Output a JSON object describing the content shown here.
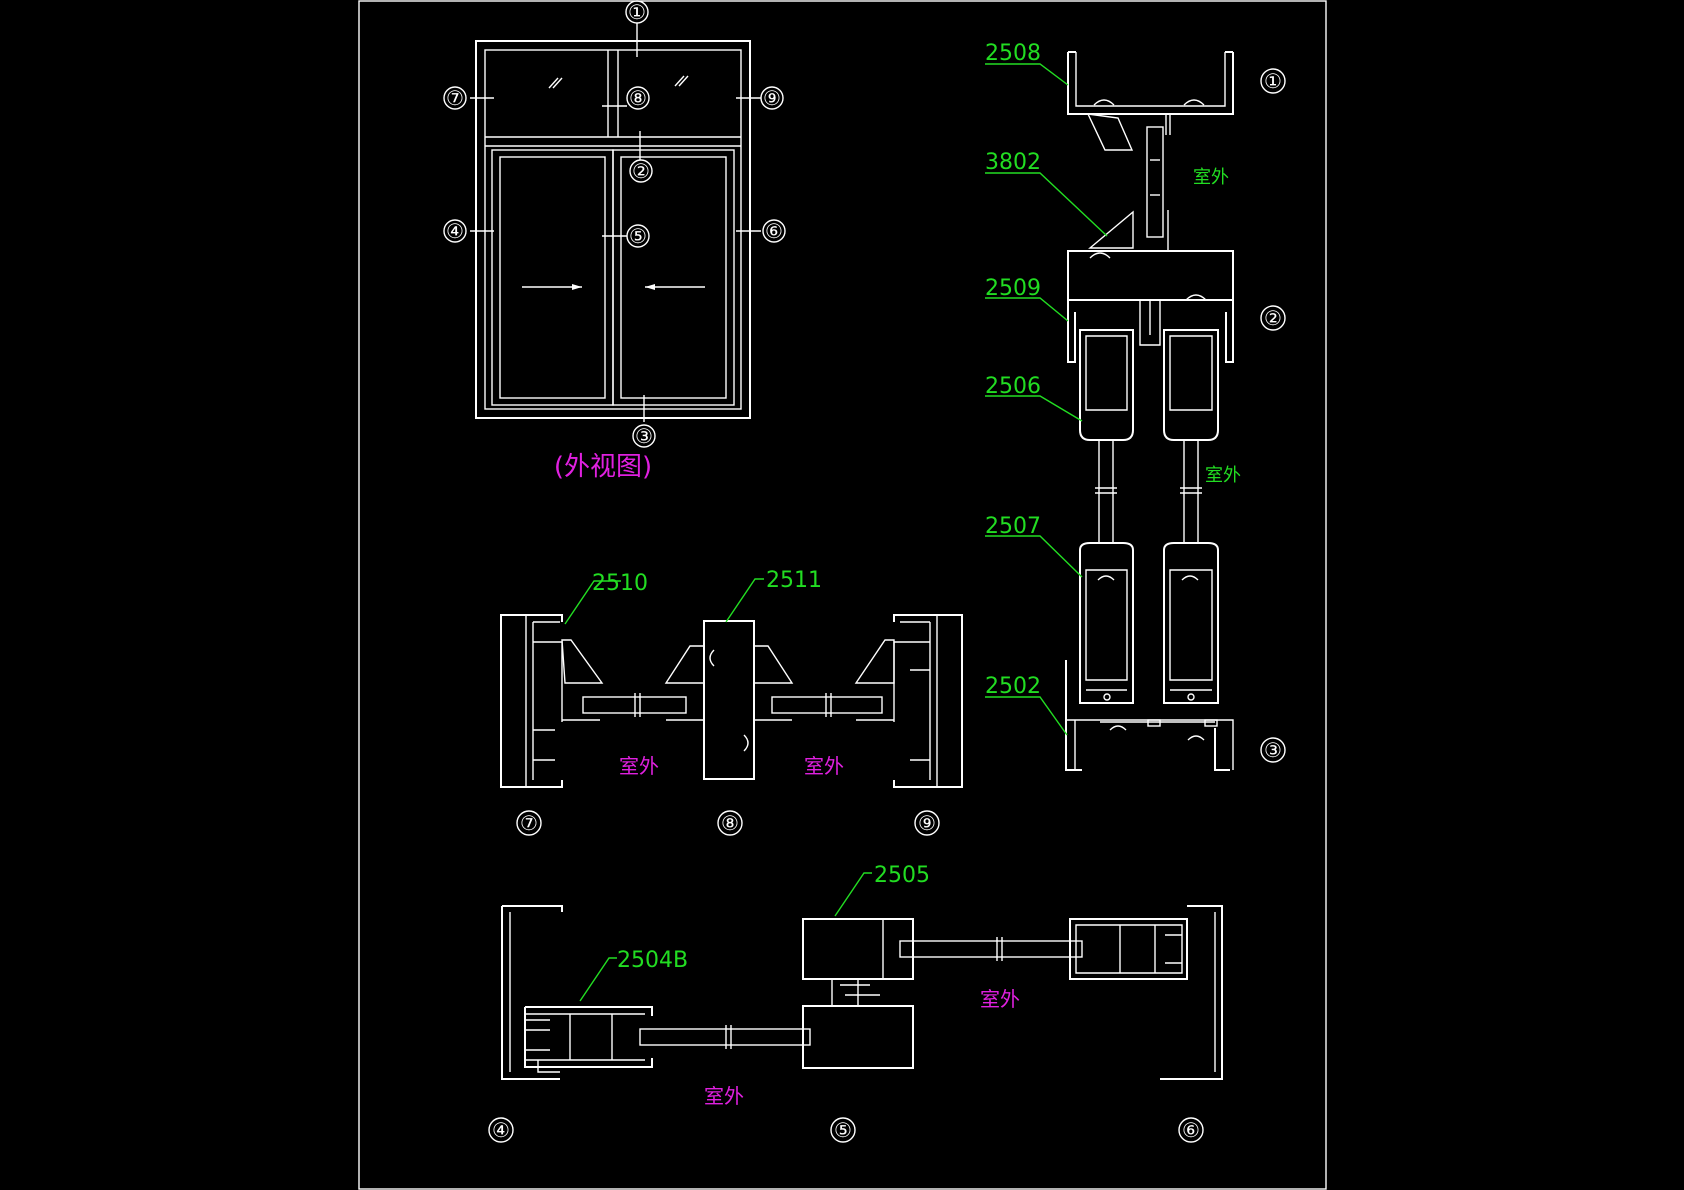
{
  "drawing": {
    "elevation_caption": "(外视图)",
    "outside_label": "室外",
    "section_numbers": [
      "①",
      "②",
      "③",
      "④",
      "⑤",
      "⑥",
      "⑦",
      "⑧",
      "⑨"
    ],
    "part_labels": {
      "p2508": "2508",
      "p3802": "3802",
      "p2509": "2509",
      "p2506": "2506",
      "p2507": "2507",
      "p2502": "2502",
      "p2510": "2510",
      "p2511": "2511",
      "p2505": "2505",
      "p2504b": "2504B"
    },
    "colors": {
      "background": "#000000",
      "lines": "#ffffff",
      "part_labels": "#22dd22",
      "outside_labels": "#e020e0"
    }
  }
}
